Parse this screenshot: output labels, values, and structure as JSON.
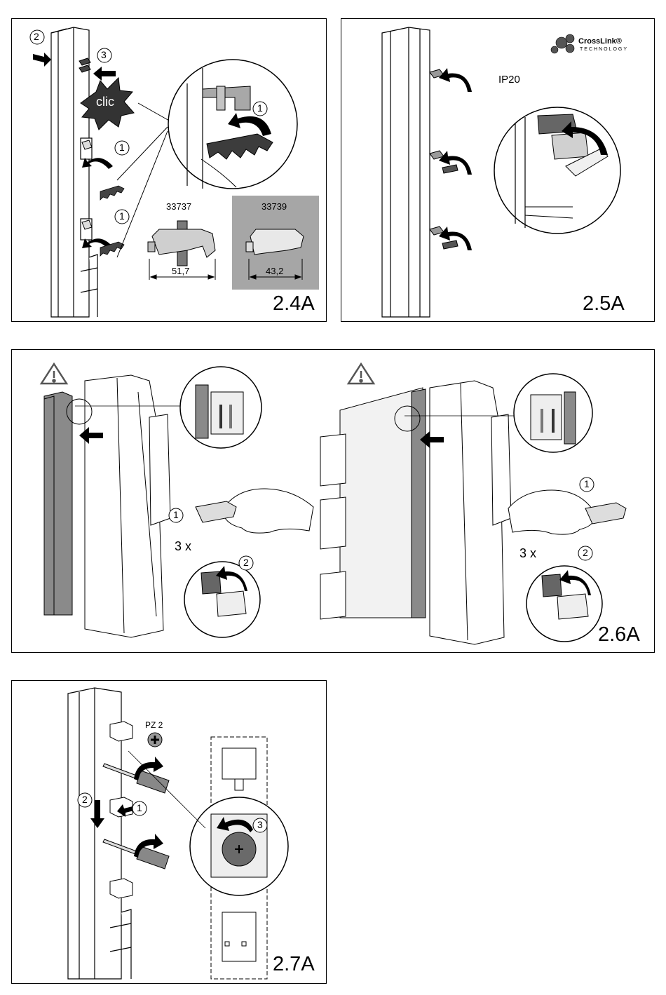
{
  "figures": {
    "fig24": {
      "label": "2.4A",
      "steps": [
        "1",
        "2",
        "3"
      ],
      "clic": "clic",
      "parts": [
        {
          "code": "33737",
          "dimension": "51,7"
        },
        {
          "code": "33739",
          "dimension": "43,2"
        }
      ]
    },
    "fig25": {
      "label": "2.5A",
      "ip_rating": "IP20",
      "logo": {
        "name": "CrossLink®",
        "sub": "TECHNOLOGY"
      }
    },
    "fig26": {
      "label": "2.6A",
      "steps": [
        "1",
        "2"
      ],
      "repeat": "3 x",
      "warning_icon": "warning-triangle-icon"
    },
    "fig27": {
      "label": "2.7A",
      "steps": [
        "1",
        "2",
        "3"
      ],
      "tool": "PZ 2"
    }
  },
  "colors": {
    "line": "#000000",
    "part_gray": "#9a9a9a",
    "dark_part": "#3c3c3c",
    "panel_33739_bg": "#a6a6a6"
  }
}
